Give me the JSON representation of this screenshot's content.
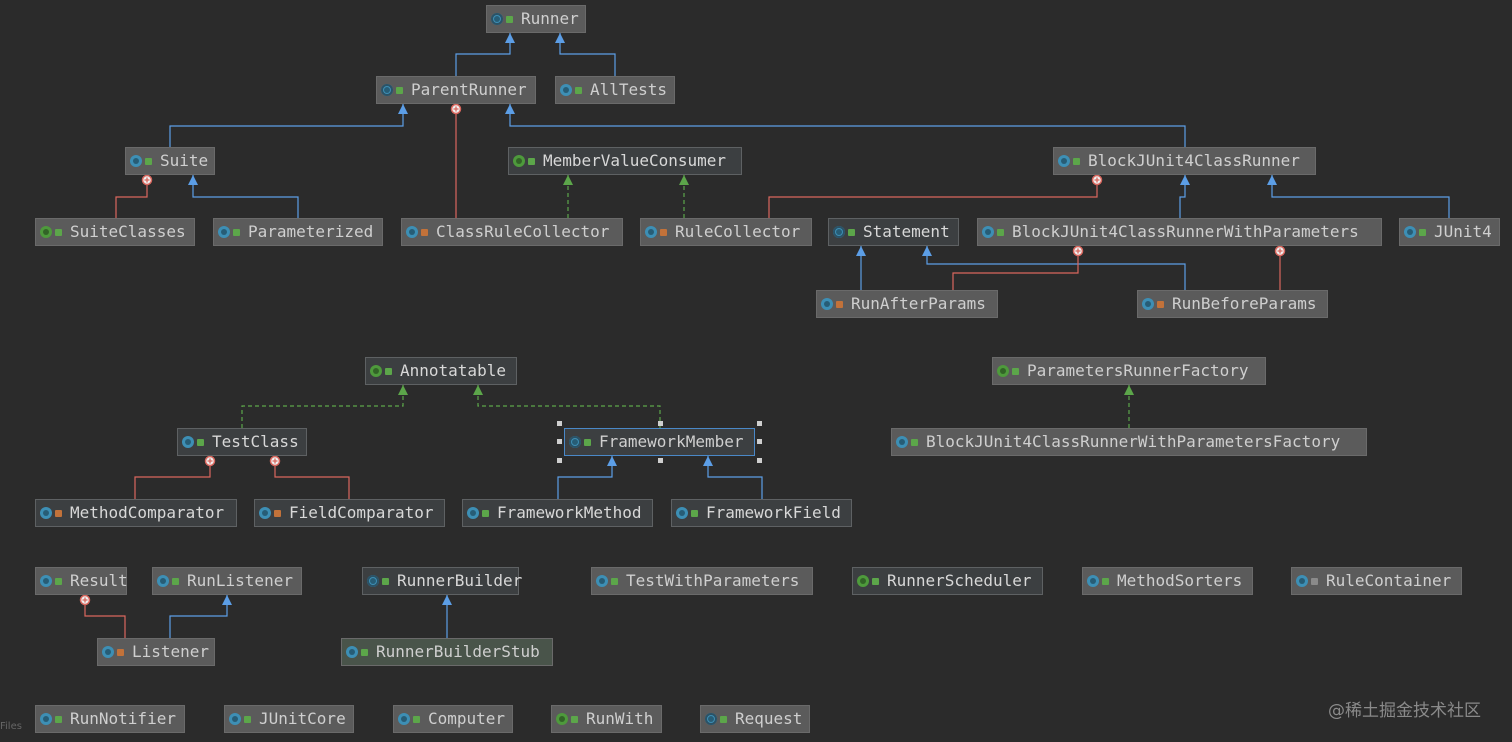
{
  "diagram": {
    "title": "JUnit4 Runner class diagram",
    "nodes": [
      {
        "id": "Runner",
        "label": "Runner",
        "kind": "abstract",
        "visibility": "public",
        "style": "normal"
      },
      {
        "id": "ParentRunner",
        "label": "ParentRunner",
        "kind": "abstract",
        "visibility": "public",
        "style": "normal"
      },
      {
        "id": "AllTests",
        "label": "AllTests",
        "kind": "class",
        "visibility": "public",
        "style": "normal"
      },
      {
        "id": "Suite",
        "label": "Suite",
        "kind": "class",
        "visibility": "public",
        "style": "normal"
      },
      {
        "id": "MemberValueConsumer",
        "label": "MemberValueConsumer",
        "kind": "interface",
        "visibility": "public",
        "style": "dark"
      },
      {
        "id": "BlockJUnit4ClassRunner",
        "label": "BlockJUnit4ClassRunner",
        "kind": "class",
        "visibility": "public",
        "style": "normal"
      },
      {
        "id": "SuiteClasses",
        "label": "SuiteClasses",
        "kind": "annotation",
        "visibility": "public",
        "style": "normal"
      },
      {
        "id": "Parameterized",
        "label": "Parameterized",
        "kind": "class",
        "visibility": "public",
        "style": "normal"
      },
      {
        "id": "ClassRuleCollector",
        "label": "ClassRuleCollector",
        "kind": "class",
        "visibility": "private",
        "style": "normal"
      },
      {
        "id": "RuleCollector",
        "label": "RuleCollector",
        "kind": "class",
        "visibility": "private",
        "style": "normal"
      },
      {
        "id": "Statement",
        "label": "Statement",
        "kind": "abstract",
        "visibility": "public",
        "style": "dark"
      },
      {
        "id": "BlockJUnit4ClassRunnerWithParameters",
        "label": "BlockJUnit4ClassRunnerWithParameters",
        "kind": "class",
        "visibility": "public",
        "style": "normal"
      },
      {
        "id": "JUnit4",
        "label": "JUnit4",
        "kind": "class",
        "visibility": "public",
        "style": "normal"
      },
      {
        "id": "RunAfterParams",
        "label": "RunAfterParams",
        "kind": "class",
        "visibility": "private",
        "style": "normal"
      },
      {
        "id": "RunBeforeParams",
        "label": "RunBeforeParams",
        "kind": "class",
        "visibility": "private",
        "style": "normal"
      },
      {
        "id": "Annotatable",
        "label": "Annotatable",
        "kind": "interface",
        "visibility": "public",
        "style": "dark"
      },
      {
        "id": "ParametersRunnerFactory",
        "label": "ParametersRunnerFactory",
        "kind": "interface",
        "visibility": "public",
        "style": "normal"
      },
      {
        "id": "TestClass",
        "label": "TestClass",
        "kind": "class",
        "visibility": "public",
        "style": "dark"
      },
      {
        "id": "FrameworkMember",
        "label": "FrameworkMember",
        "kind": "abstract",
        "visibility": "public",
        "style": "selected"
      },
      {
        "id": "BlockJUnit4ClassRunnerWithParametersFactory",
        "label": "BlockJUnit4ClassRunnerWithParametersFactory",
        "kind": "class",
        "visibility": "public",
        "style": "normal"
      },
      {
        "id": "MethodComparator",
        "label": "MethodComparator",
        "kind": "class",
        "visibility": "private",
        "style": "dark"
      },
      {
        "id": "FieldComparator",
        "label": "FieldComparator",
        "kind": "class",
        "visibility": "private",
        "style": "dark"
      },
      {
        "id": "FrameworkMethod",
        "label": "FrameworkMethod",
        "kind": "class",
        "visibility": "public",
        "style": "dark"
      },
      {
        "id": "FrameworkField",
        "label": "FrameworkField",
        "kind": "class",
        "visibility": "public",
        "style": "dark"
      },
      {
        "id": "Result",
        "label": "Result",
        "kind": "class",
        "visibility": "public",
        "style": "normal"
      },
      {
        "id": "RunListener",
        "label": "RunListener",
        "kind": "class",
        "visibility": "public",
        "style": "normal"
      },
      {
        "id": "RunnerBuilder",
        "label": "RunnerBuilder",
        "kind": "abstract",
        "visibility": "public",
        "style": "dark"
      },
      {
        "id": "TestWithParameters",
        "label": "TestWithParameters",
        "kind": "class",
        "visibility": "public",
        "style": "normal"
      },
      {
        "id": "RunnerScheduler",
        "label": "RunnerScheduler",
        "kind": "interface",
        "visibility": "public",
        "style": "dark"
      },
      {
        "id": "MethodSorters",
        "label": "MethodSorters",
        "kind": "class",
        "visibility": "public",
        "style": "normal"
      },
      {
        "id": "RuleContainer",
        "label": "RuleContainer",
        "kind": "class",
        "visibility": "package",
        "style": "normal"
      },
      {
        "id": "Listener",
        "label": "Listener",
        "kind": "class",
        "visibility": "private",
        "style": "normal"
      },
      {
        "id": "RunnerBuilderStub",
        "label": "RunnerBuilderStub",
        "kind": "class",
        "visibility": "public",
        "style": "greenish"
      },
      {
        "id": "RunNotifier",
        "label": "RunNotifier",
        "kind": "class",
        "visibility": "public",
        "style": "normal"
      },
      {
        "id": "JUnitCore",
        "label": "JUnitCore",
        "kind": "class",
        "visibility": "public",
        "style": "normal"
      },
      {
        "id": "Computer",
        "label": "Computer",
        "kind": "class",
        "visibility": "public",
        "style": "normal"
      },
      {
        "id": "RunWith",
        "label": "RunWith",
        "kind": "annotation",
        "visibility": "public",
        "style": "normal"
      },
      {
        "id": "Request",
        "label": "Request",
        "kind": "abstract",
        "visibility": "public",
        "style": "normal"
      }
    ],
    "edges": [
      {
        "from": "ParentRunner",
        "to": "Runner",
        "type": "extends"
      },
      {
        "from": "AllTests",
        "to": "Runner",
        "type": "extends"
      },
      {
        "from": "Suite",
        "to": "ParentRunner",
        "type": "extends"
      },
      {
        "from": "BlockJUnit4ClassRunner",
        "to": "ParentRunner",
        "type": "extends"
      },
      {
        "from": "ClassRuleCollector",
        "to": "ParentRunner",
        "type": "inner"
      },
      {
        "from": "SuiteClasses",
        "to": "Suite",
        "type": "inner"
      },
      {
        "from": "Parameterized",
        "to": "Suite",
        "type": "extends"
      },
      {
        "from": "ClassRuleCollector",
        "to": "MemberValueConsumer",
        "type": "implements"
      },
      {
        "from": "RuleCollector",
        "to": "MemberValueConsumer",
        "type": "implements"
      },
      {
        "from": "RuleCollector",
        "to": "BlockJUnit4ClassRunner",
        "type": "inner"
      },
      {
        "from": "BlockJUnit4ClassRunnerWithParameters",
        "to": "BlockJUnit4ClassRunner",
        "type": "extends"
      },
      {
        "from": "JUnit4",
        "to": "BlockJUnit4ClassRunner",
        "type": "extends"
      },
      {
        "from": "RunAfterParams",
        "to": "Statement",
        "type": "extends"
      },
      {
        "from": "RunBeforeParams",
        "to": "Statement",
        "type": "extends"
      },
      {
        "from": "RunAfterParams",
        "to": "BlockJUnit4ClassRunnerWithParameters",
        "type": "inner"
      },
      {
        "from": "RunBeforeParams",
        "to": "BlockJUnit4ClassRunnerWithParameters",
        "type": "inner"
      },
      {
        "from": "TestClass",
        "to": "Annotatable",
        "type": "implements"
      },
      {
        "from": "FrameworkMember",
        "to": "Annotatable",
        "type": "implements"
      },
      {
        "from": "BlockJUnit4ClassRunnerWithParametersFactory",
        "to": "ParametersRunnerFactory",
        "type": "implements"
      },
      {
        "from": "MethodComparator",
        "to": "TestClass",
        "type": "inner"
      },
      {
        "from": "FieldComparator",
        "to": "TestClass",
        "type": "inner"
      },
      {
        "from": "FrameworkMethod",
        "to": "FrameworkMember",
        "type": "extends"
      },
      {
        "from": "FrameworkField",
        "to": "FrameworkMember",
        "type": "extends"
      },
      {
        "from": "Listener",
        "to": "Result",
        "type": "inner"
      },
      {
        "from": "Listener",
        "to": "RunListener",
        "type": "extends"
      },
      {
        "from": "RunnerBuilderStub",
        "to": "RunnerBuilder",
        "type": "extends"
      }
    ],
    "colors": {
      "extends": "#5c9ee6",
      "implements": "#5ca64a",
      "inner": "#d9675e",
      "background": "#2b2b2b"
    }
  },
  "footer": {
    "files_label": "Files",
    "watermark": "@稀土掘金技术社区"
  }
}
